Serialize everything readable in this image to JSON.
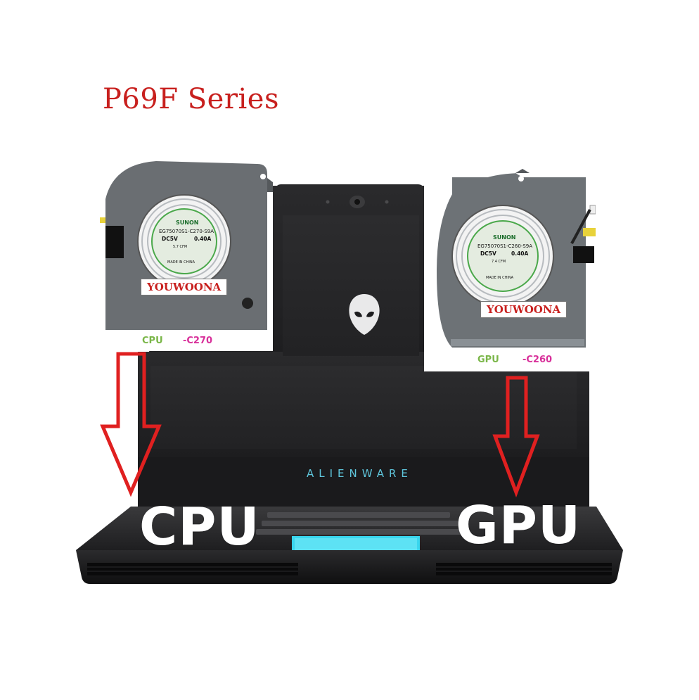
{
  "title": "P69F Series",
  "fans": {
    "cpu": {
      "sticker_brand": "SUNON",
      "sticker_model": "EG75070S1-C270-S9A",
      "sticker_power": "DC5V",
      "sticker_current": "0.40A",
      "sticker_cfm": "5.7 CFM",
      "sticker_origin": "MADE IN CHINA",
      "watermark": "YOUWOONA",
      "type_label": "CPU",
      "code_label": "-C270"
    },
    "gpu": {
      "sticker_brand": "SUNON",
      "sticker_model": "EG75070S1-C260-S9A",
      "sticker_power": "DC5V",
      "sticker_current": "0.40A",
      "sticker_cfm": "7.4 CFM",
      "sticker_origin": "MADE IN CHINA",
      "watermark": "YOUWOONA",
      "type_label": "GPU",
      "code_label": "-C260"
    }
  },
  "laptop": {
    "brand_text": "ALIENWARE"
  },
  "callouts": {
    "cpu": "CPU",
    "gpu": "GPU"
  },
  "colors": {
    "title_red": "#c8201e",
    "arrow_red": "#e02020",
    "accent_cyan": "#5fc6dc",
    "label_green": "#7ab648",
    "label_pink": "#d8309a"
  }
}
